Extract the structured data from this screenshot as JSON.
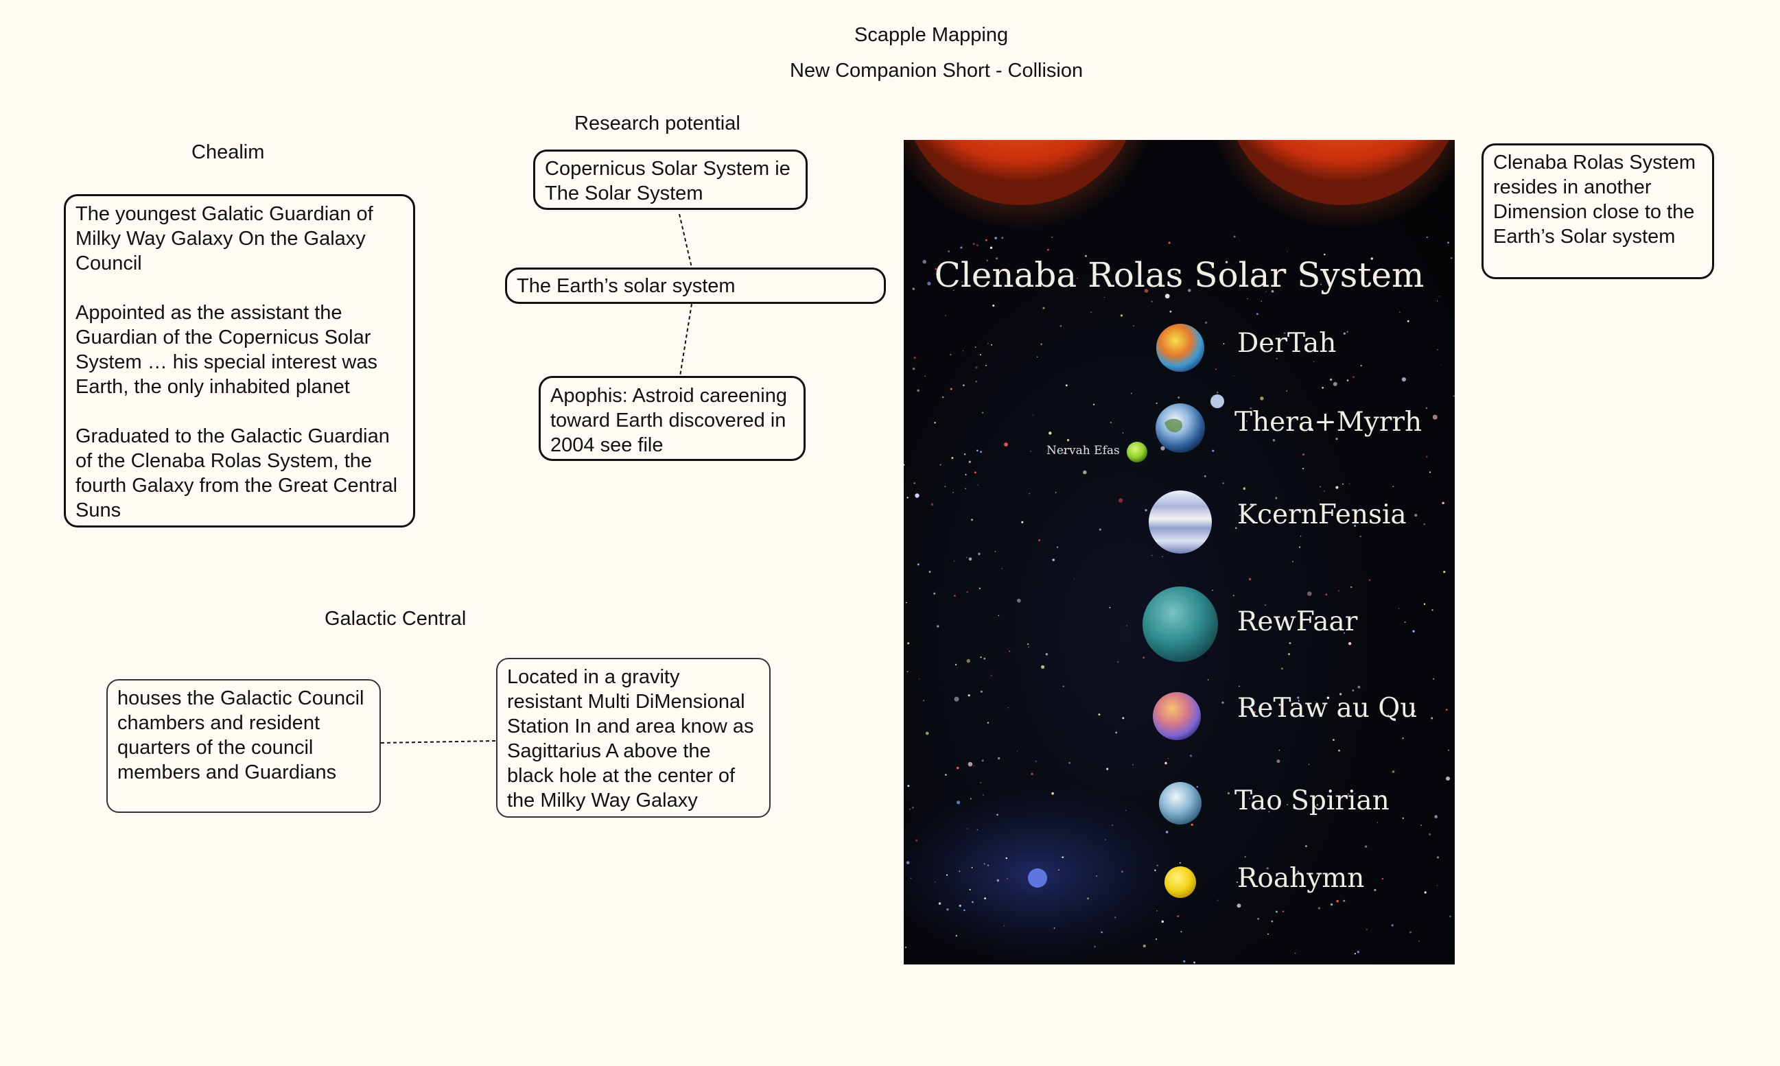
{
  "header": {
    "title": "Scapple Mapping",
    "subtitle": "New Companion Short -  Collision"
  },
  "labels": {
    "chealim": "Chealim",
    "research_potential": "Research potential",
    "galactic_central": "Galactic Central"
  },
  "notes": {
    "chealim_bio": {
      "paragraphs": [
        "The youngest Galatic Guardian of Milky Way Galaxy On the Galaxy Council",
        "Appointed as the assistant the Guardian of the Copernicus Solar System … his special interest was Earth, the only inhabited planet",
        "Graduated to the Galactic Guardian of the Clenaba Rolas System, the fourth Galaxy from the Great Central Suns"
      ]
    },
    "copernicus": "Copernicus Solar System ie The Solar System",
    "earth_solar_system": "The Earth’s solar system",
    "apophis": "Apophis: Astroid careening toward Earth discovered in 2004 see file",
    "clenaba_note": "Clenaba Rolas System resides in another Dimension close to the Earth’s Solar system",
    "galactic_houses": "houses the Galactic Council chambers and resident quarters of the council members and Guardians",
    "galactic_location": "Located in a gravity resistant Multi DiMensional Station In and area know as Sagittarius A above the black hole at the center of the Milky Way Galaxy"
  },
  "poster": {
    "title": "Clenaba Rolas Solar System",
    "planets": [
      {
        "name": "DerTah",
        "icon": "colorful-planet-icon",
        "color": "#d9853a"
      },
      {
        "name": "Thera+Myrrh",
        "icon": "earthlike-planet-icon",
        "color": "#3f77b8"
      },
      {
        "name": "KcernFensia",
        "icon": "banded-gas-giant-icon",
        "color": "#c9d3ea"
      },
      {
        "name": "RewFaar",
        "icon": "teal-planet-icon",
        "color": "#2f8c8f"
      },
      {
        "name": "ReTaw au Qu",
        "icon": "violet-planet-icon",
        "color": "#9b7ad6"
      },
      {
        "name": "Tao Spirian",
        "icon": "cloudy-planet-icon",
        "color": "#7fb2cf"
      },
      {
        "name": "Roahymn",
        "icon": "yellow-planet-icon",
        "color": "#f3d21a"
      }
    ],
    "moon": {
      "name": "Nervah Efas",
      "color": "#8fcf2a"
    }
  }
}
